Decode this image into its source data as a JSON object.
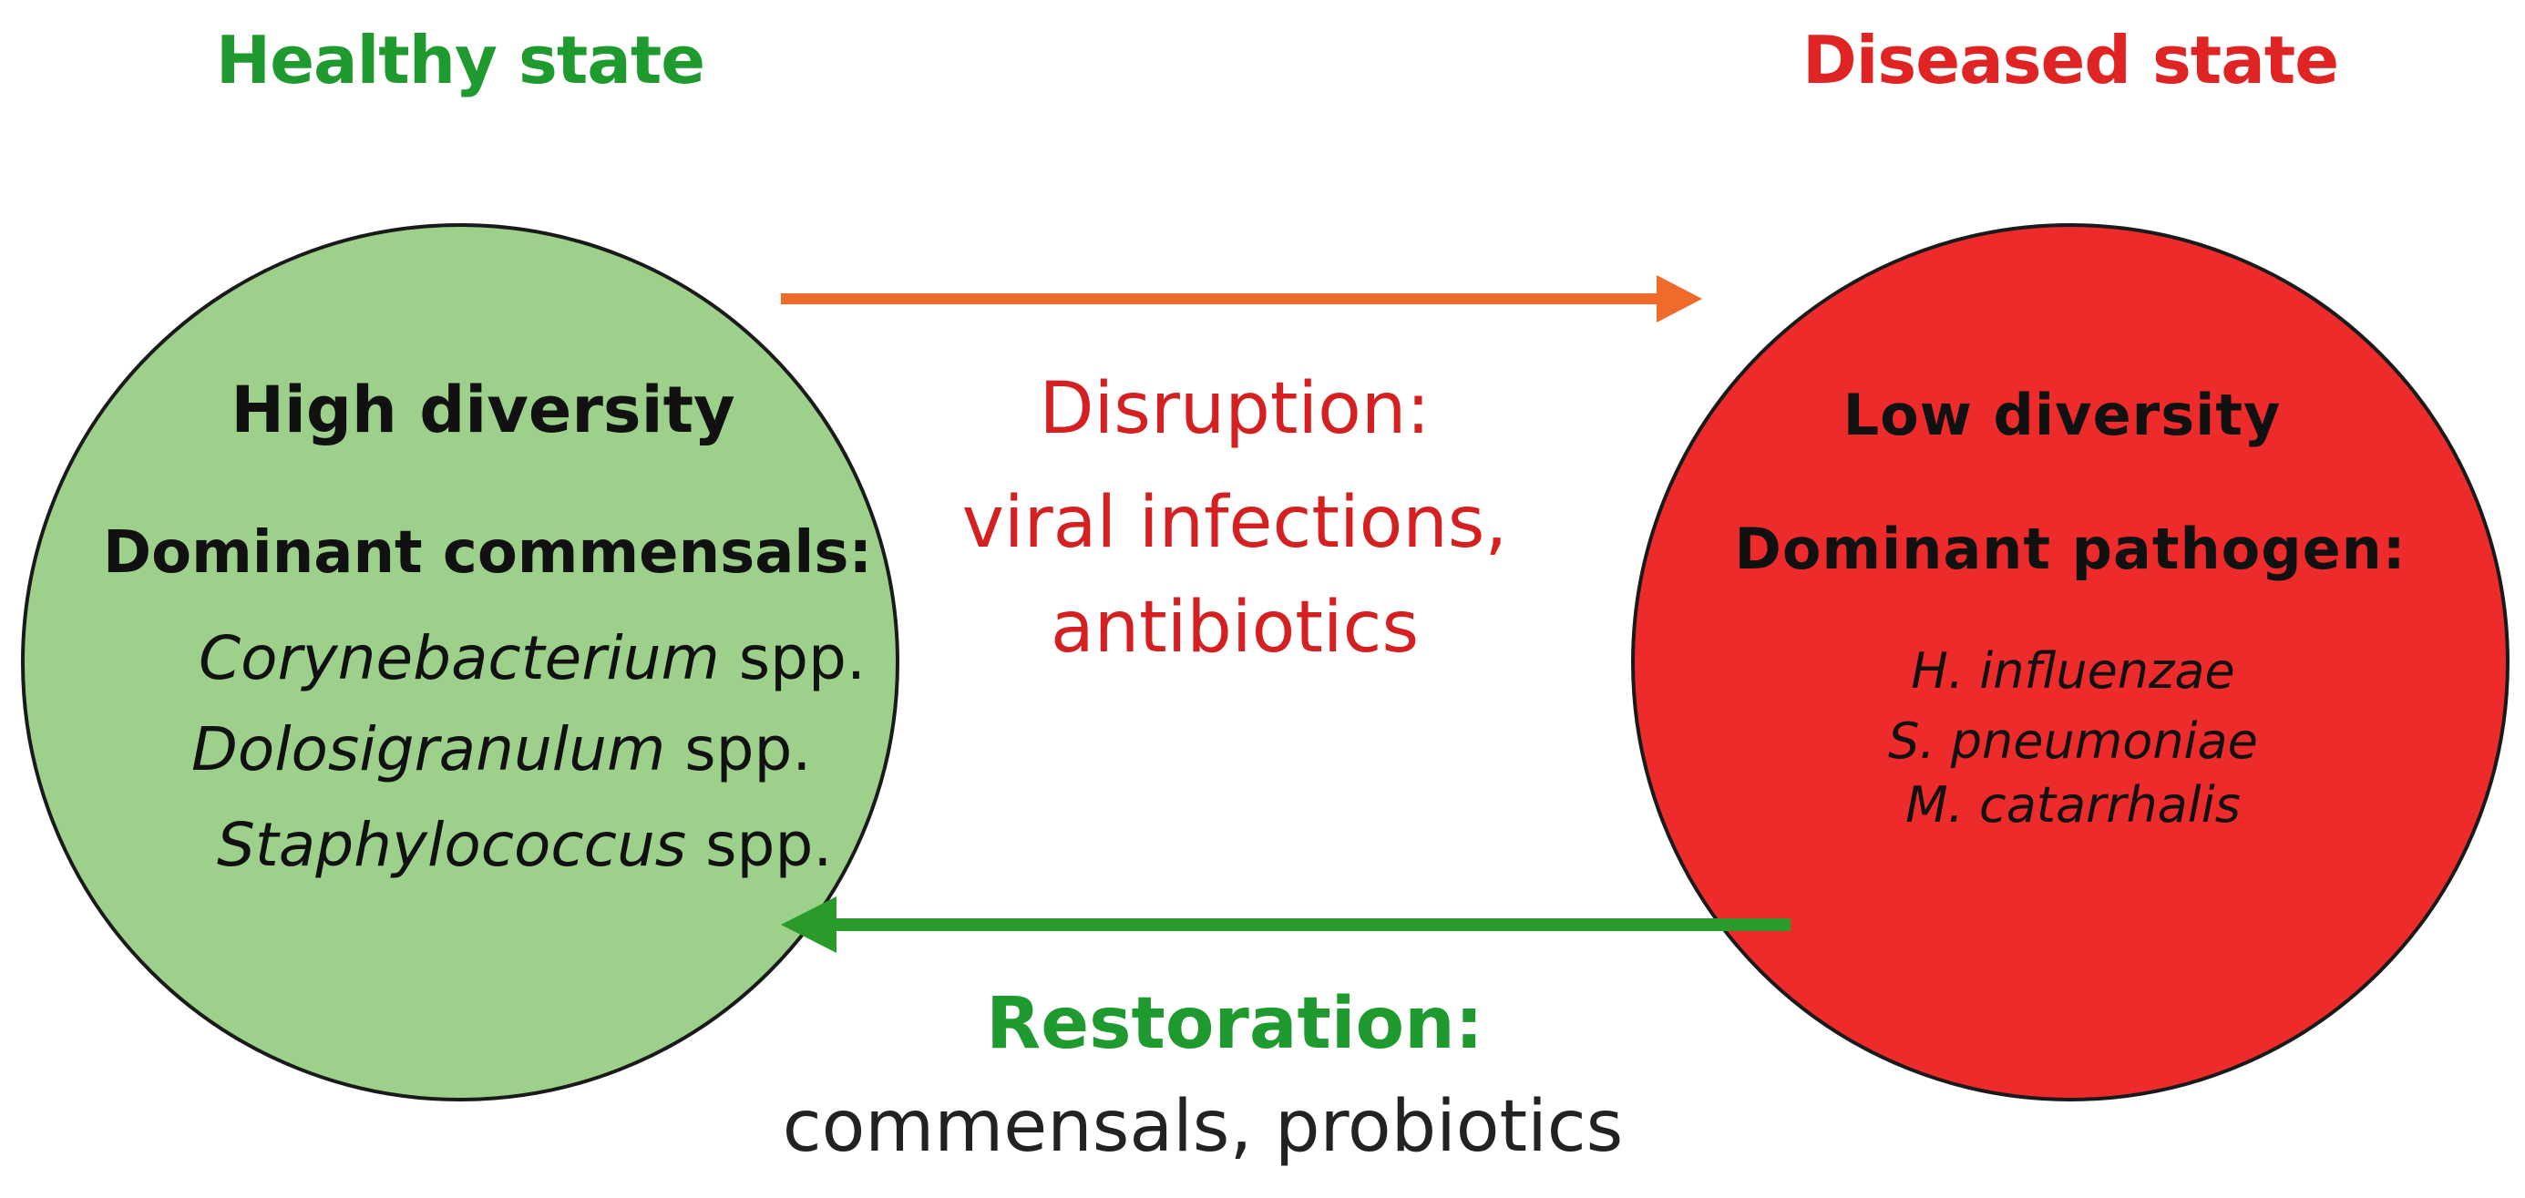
{
  "colors": {
    "healthy_green": "#1f9a2e",
    "healthy_fill": "#9dd18b",
    "diseased_red": "#e02424",
    "diseased_fill": "#ee2b2b",
    "disruption_arrow": "#f06a2a",
    "restoration_arrow": "#2a9a2a",
    "disruption_text": "#d42020",
    "restoration_text": "#1f9a2e",
    "dark_text": "#222222"
  },
  "healthy": {
    "title": "Healthy state",
    "diversity": "High diversity",
    "dominant_label": "Dominant commensals:",
    "species": [
      {
        "genus": "Corynebacterium",
        "suffix": " spp."
      },
      {
        "genus": "Dolosigranulum",
        "suffix": " spp."
      },
      {
        "genus": "Staphylococcus",
        "suffix": " spp."
      }
    ]
  },
  "diseased": {
    "title": "Diseased state",
    "diversity": "Low diversity",
    "dominant_label": "Dominant pathogen:",
    "pathogens": [
      "H. influenzae",
      "S. pneumoniae",
      "M. catarrhalis"
    ]
  },
  "disruption": {
    "line1": "Disruption:",
    "line2": "viral infections,",
    "line3": "antibiotics"
  },
  "restoration": {
    "line1": "Restoration:",
    "line2": "commensals, probiotics"
  }
}
